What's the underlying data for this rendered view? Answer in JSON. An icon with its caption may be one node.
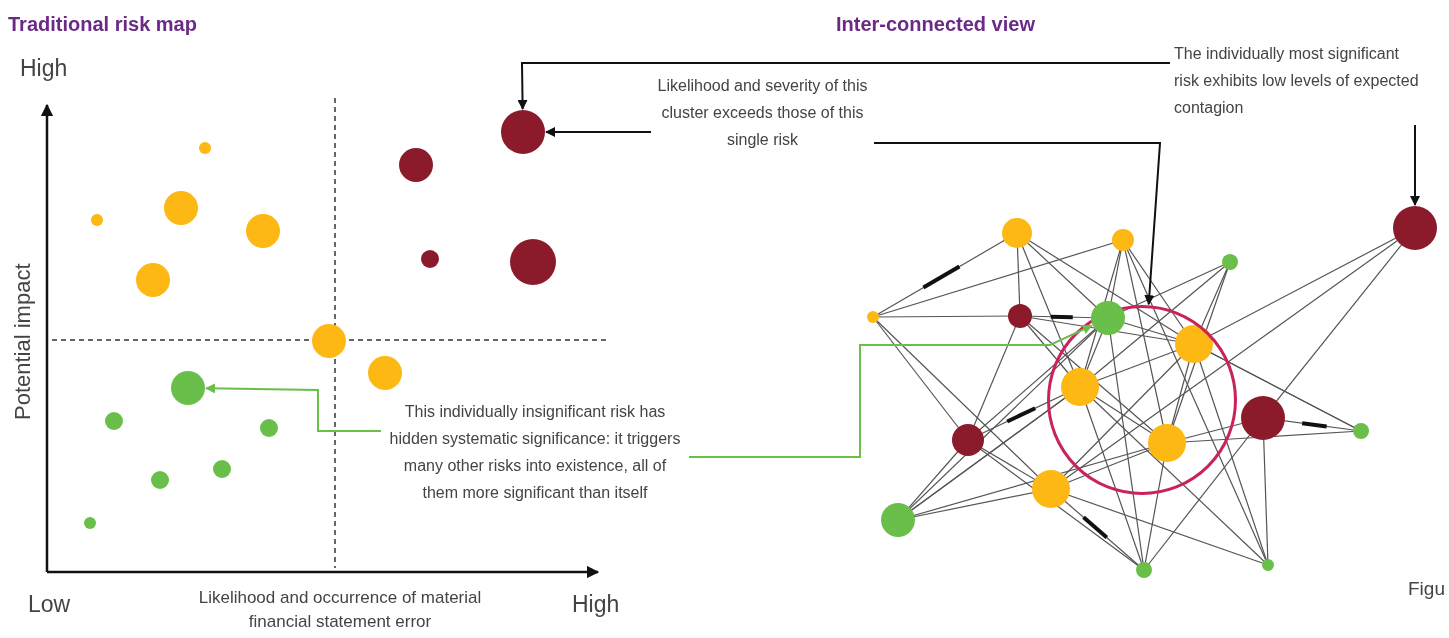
{
  "diagram": {
    "nodes": [
      {
        "text": [
          "Likelihood and severity of this cluster exceeds those of this single risk"
        ]
      },
      {
        "text": [
          "The individually most significant risk exhibits low levels of expected contagion"
        ]
      },
      {
        "text": [
          "This individually insignificant risk has hidden systematic significance: it triggers many other risks into existence, all of them more significant than itself"
        ]
      },
      {
        "text": [],
        "shape": "circle"
      },
      {
        "text": [],
        "shape": "circle"
      },
      {
        "text": [],
        "shape": "circle"
      },
      {
        "text": [],
        "shape": "circle"
      },
      {
        "text": [],
        "shape": "circle",
        "in": 5
      }
    ],
    "edges": [
      {
        "from": 0,
        "to": 3,
        "arrow": "to"
      },
      {
        "from": 0,
        "to": 5,
        "arrow": "to"
      },
      {
        "from": 1,
        "to": 3,
        "arrow": "to"
      },
      {
        "from": 1,
        "to": 6,
        "arrow": "to"
      },
      {
        "from": 2,
        "to": 4,
        "arrow": "to",
        "color": "#6abf4b"
      },
      {
        "from": 2,
        "to": 7,
        "arrow": "to",
        "color": "#6abf4b"
      }
    ],
    "labels": [
      "Traditional risk map",
      "Inter-connected view",
      "High",
      "Potential impact",
      "Low",
      "Likelihood and occurrence of material financial statement error",
      "High",
      "Figu"
    ]
  }
}
